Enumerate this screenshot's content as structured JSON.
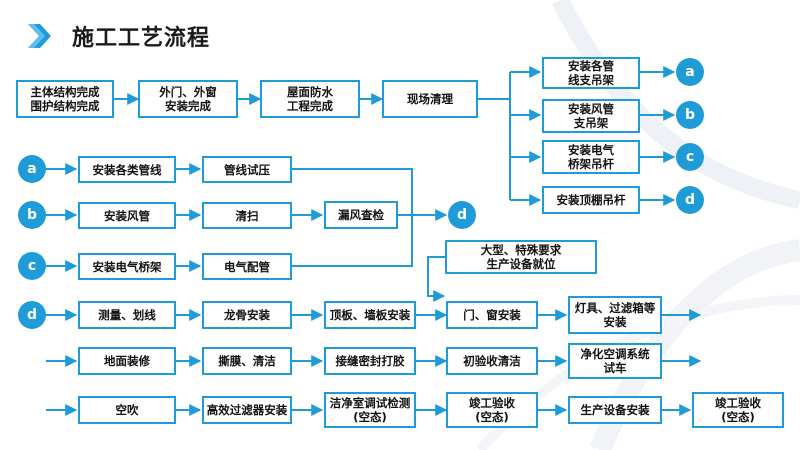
{
  "title": "施工工艺流程",
  "colors": {
    "accent": "#1f9bd8",
    "flow_box_fill": "#1f9bd8",
    "text": "#111111"
  },
  "icons": {
    "title": "chevron-right-icon"
  },
  "flow": {
    "main_structure": "主体结构完成\n围护结构完成",
    "doors_windows_outer": "外门、外窗\n安装完成",
    "roof_waterproof": "屋面防水\n工程完成",
    "site_cleanup": "现场清理",
    "hanger_pipes": "安装各管\n线支吊架",
    "hanger_ducts": "安装风管\n支吊架",
    "hanger_tray": "安装电气\n桥架吊杆",
    "hanger_ceiling": "安装顶棚吊杆",
    "install_pipes": "安装各类管线",
    "pressure_test": "管线试压",
    "install_ducts": "安装风管",
    "sweep": "清扫",
    "leak_check": "漏风查检",
    "install_tray": "安装电气桥架",
    "electrical": "电气配管",
    "large_equipment": "大型、特殊要求\n生产设备就位",
    "survey": "测量、划线",
    "keel": "龙骨安装",
    "panels": "顶板、墙板安装",
    "doors_windows": "门、窗安装",
    "lamps": "灯具、过滤箱等\n安装",
    "floor": "地面装修",
    "film": "撕膜、清洁",
    "sealant": "接缝密封打胶",
    "initial_clean": "初验收清洁",
    "hvac_trial": "净化空调系统\n试车",
    "air_blow": "空吹",
    "hepa": "高效过滤器安装",
    "cleanroom_test": "洁净室调试检测\n(空态)",
    "completion_1": "竣工验收\n(空态)",
    "production_eq": "生产设备安装",
    "completion_2": "竣工验收\n(空态)"
  },
  "connectors": {
    "a_out": "a",
    "b_out": "b",
    "c_out": "c",
    "d_out": "d",
    "a_in": "a",
    "b_in": "b",
    "c_in": "c",
    "d_in": "d",
    "d_merge": "d"
  }
}
